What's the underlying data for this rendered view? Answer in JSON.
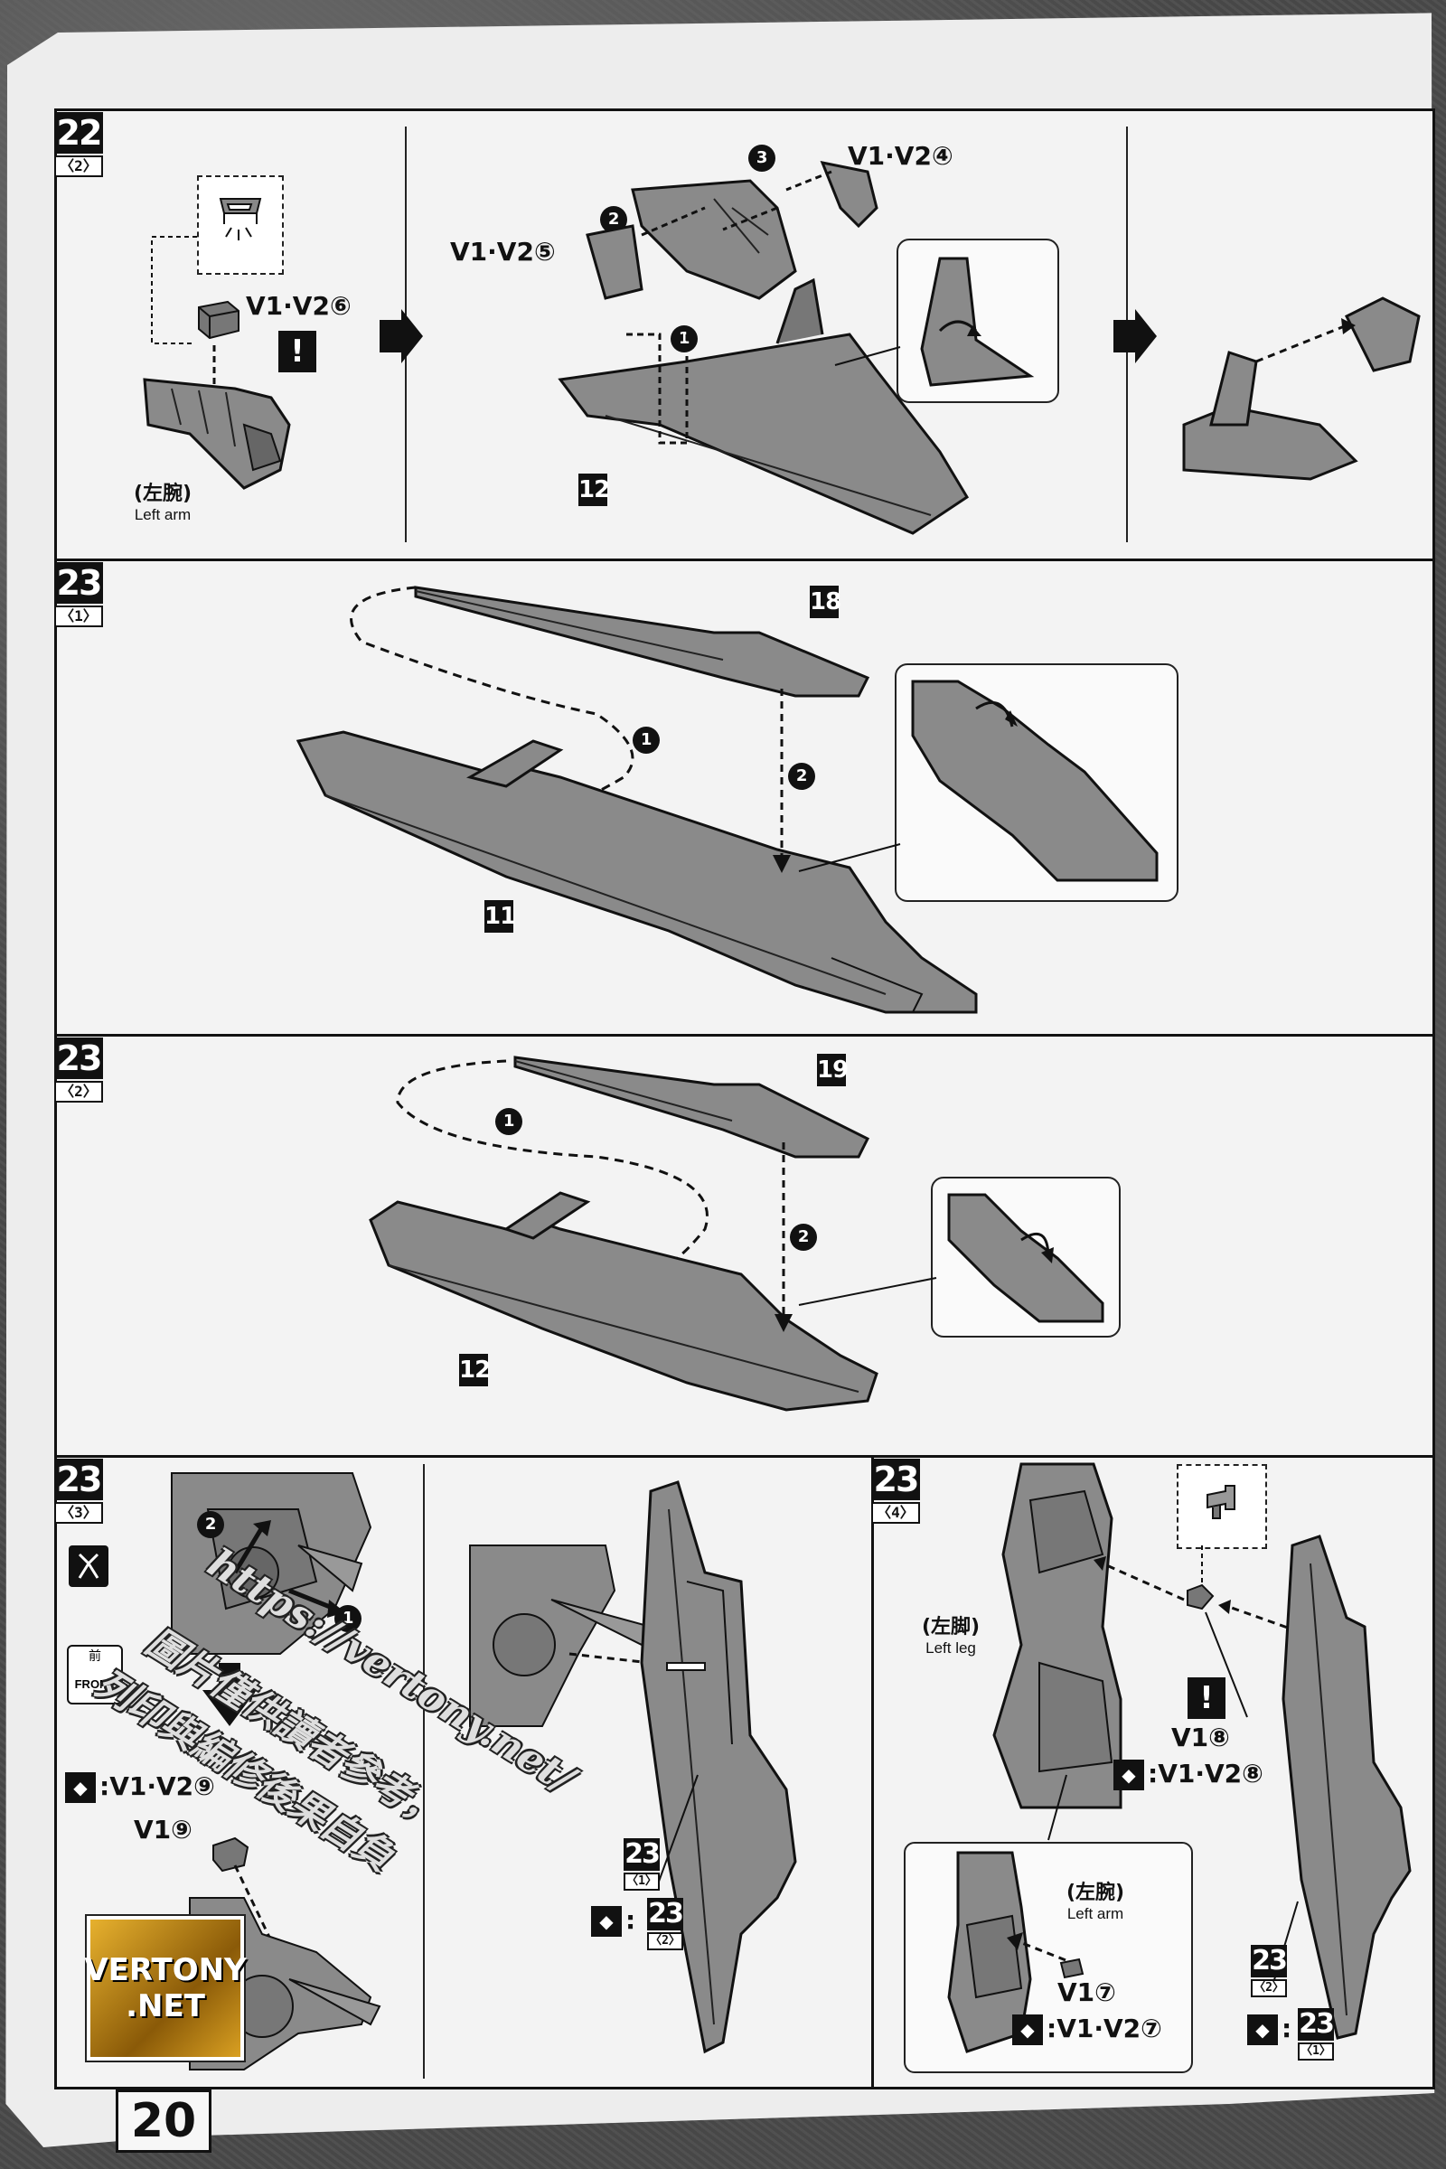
{
  "page": {
    "number": "20"
  },
  "steps": [
    {
      "id": "22",
      "sub": "〈2〉"
    },
    {
      "id": "23",
      "sub": "〈1〉"
    },
    {
      "id": "23",
      "sub": "〈2〉"
    },
    {
      "id": "23",
      "sub": "〈3〉"
    },
    {
      "id": "23",
      "sub": "〈4〉"
    }
  ],
  "step22": {
    "left_label": "V1·V2⑥",
    "arm_jp": "(左腕)",
    "arm_en": "Left arm",
    "label_v1v2_5": "V1·V2⑤",
    "label_v1v2_4": "V1·V2④",
    "part_num": "12",
    "warn": "!",
    "seq": [
      "1",
      "2",
      "3"
    ]
  },
  "step23_1": {
    "part_top": "18",
    "part_bottom": "11",
    "seq": [
      "1",
      "2"
    ]
  },
  "step23_2": {
    "part_top": "19",
    "part_bottom": "12",
    "seq": [
      "1",
      "2"
    ]
  },
  "step23_3": {
    "front_jp": "前",
    "front_en": "FRONT",
    "swap_label": ":V1·V2⑨",
    "v1_label": "V1⑨",
    "ref_sub_top": "〈1〉",
    "ref_num": "23",
    "ref_sub_bottom": "〈2〉",
    "seq": [
      "1",
      "2"
    ]
  },
  "step23_4": {
    "leg_jp": "(左脚)",
    "leg_en": "Left leg",
    "v1_label": "V1⑧",
    "swap_label": ":V1·V2⑧",
    "arm_jp": "(左腕)",
    "arm_en": "Left arm",
    "arm_v1": "V1⑦",
    "arm_swap": ":V1·V2⑦",
    "ref_num": "23",
    "ref_sub_top": "〈2〉",
    "ref_sub_bottom": "〈1〉",
    "warn": "!"
  },
  "watermark": {
    "url": "https://vertony.net/",
    "cn_line1": "圖片僅供讀者參考，",
    "cn_line2": "列印與編修後果自負",
    "logo_line1": "VERTONY",
    "logo_line2": ".NET"
  }
}
